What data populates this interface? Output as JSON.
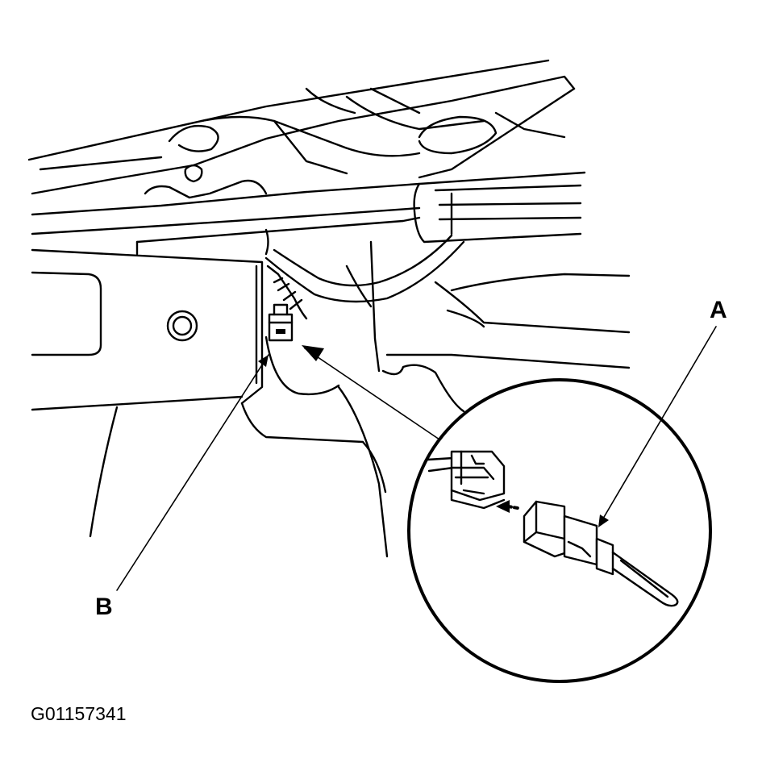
{
  "callouts": {
    "a": "A",
    "b": "B"
  },
  "figure_id": "G01157341",
  "colors": {
    "line": "#000000",
    "background": "#ffffff"
  }
}
